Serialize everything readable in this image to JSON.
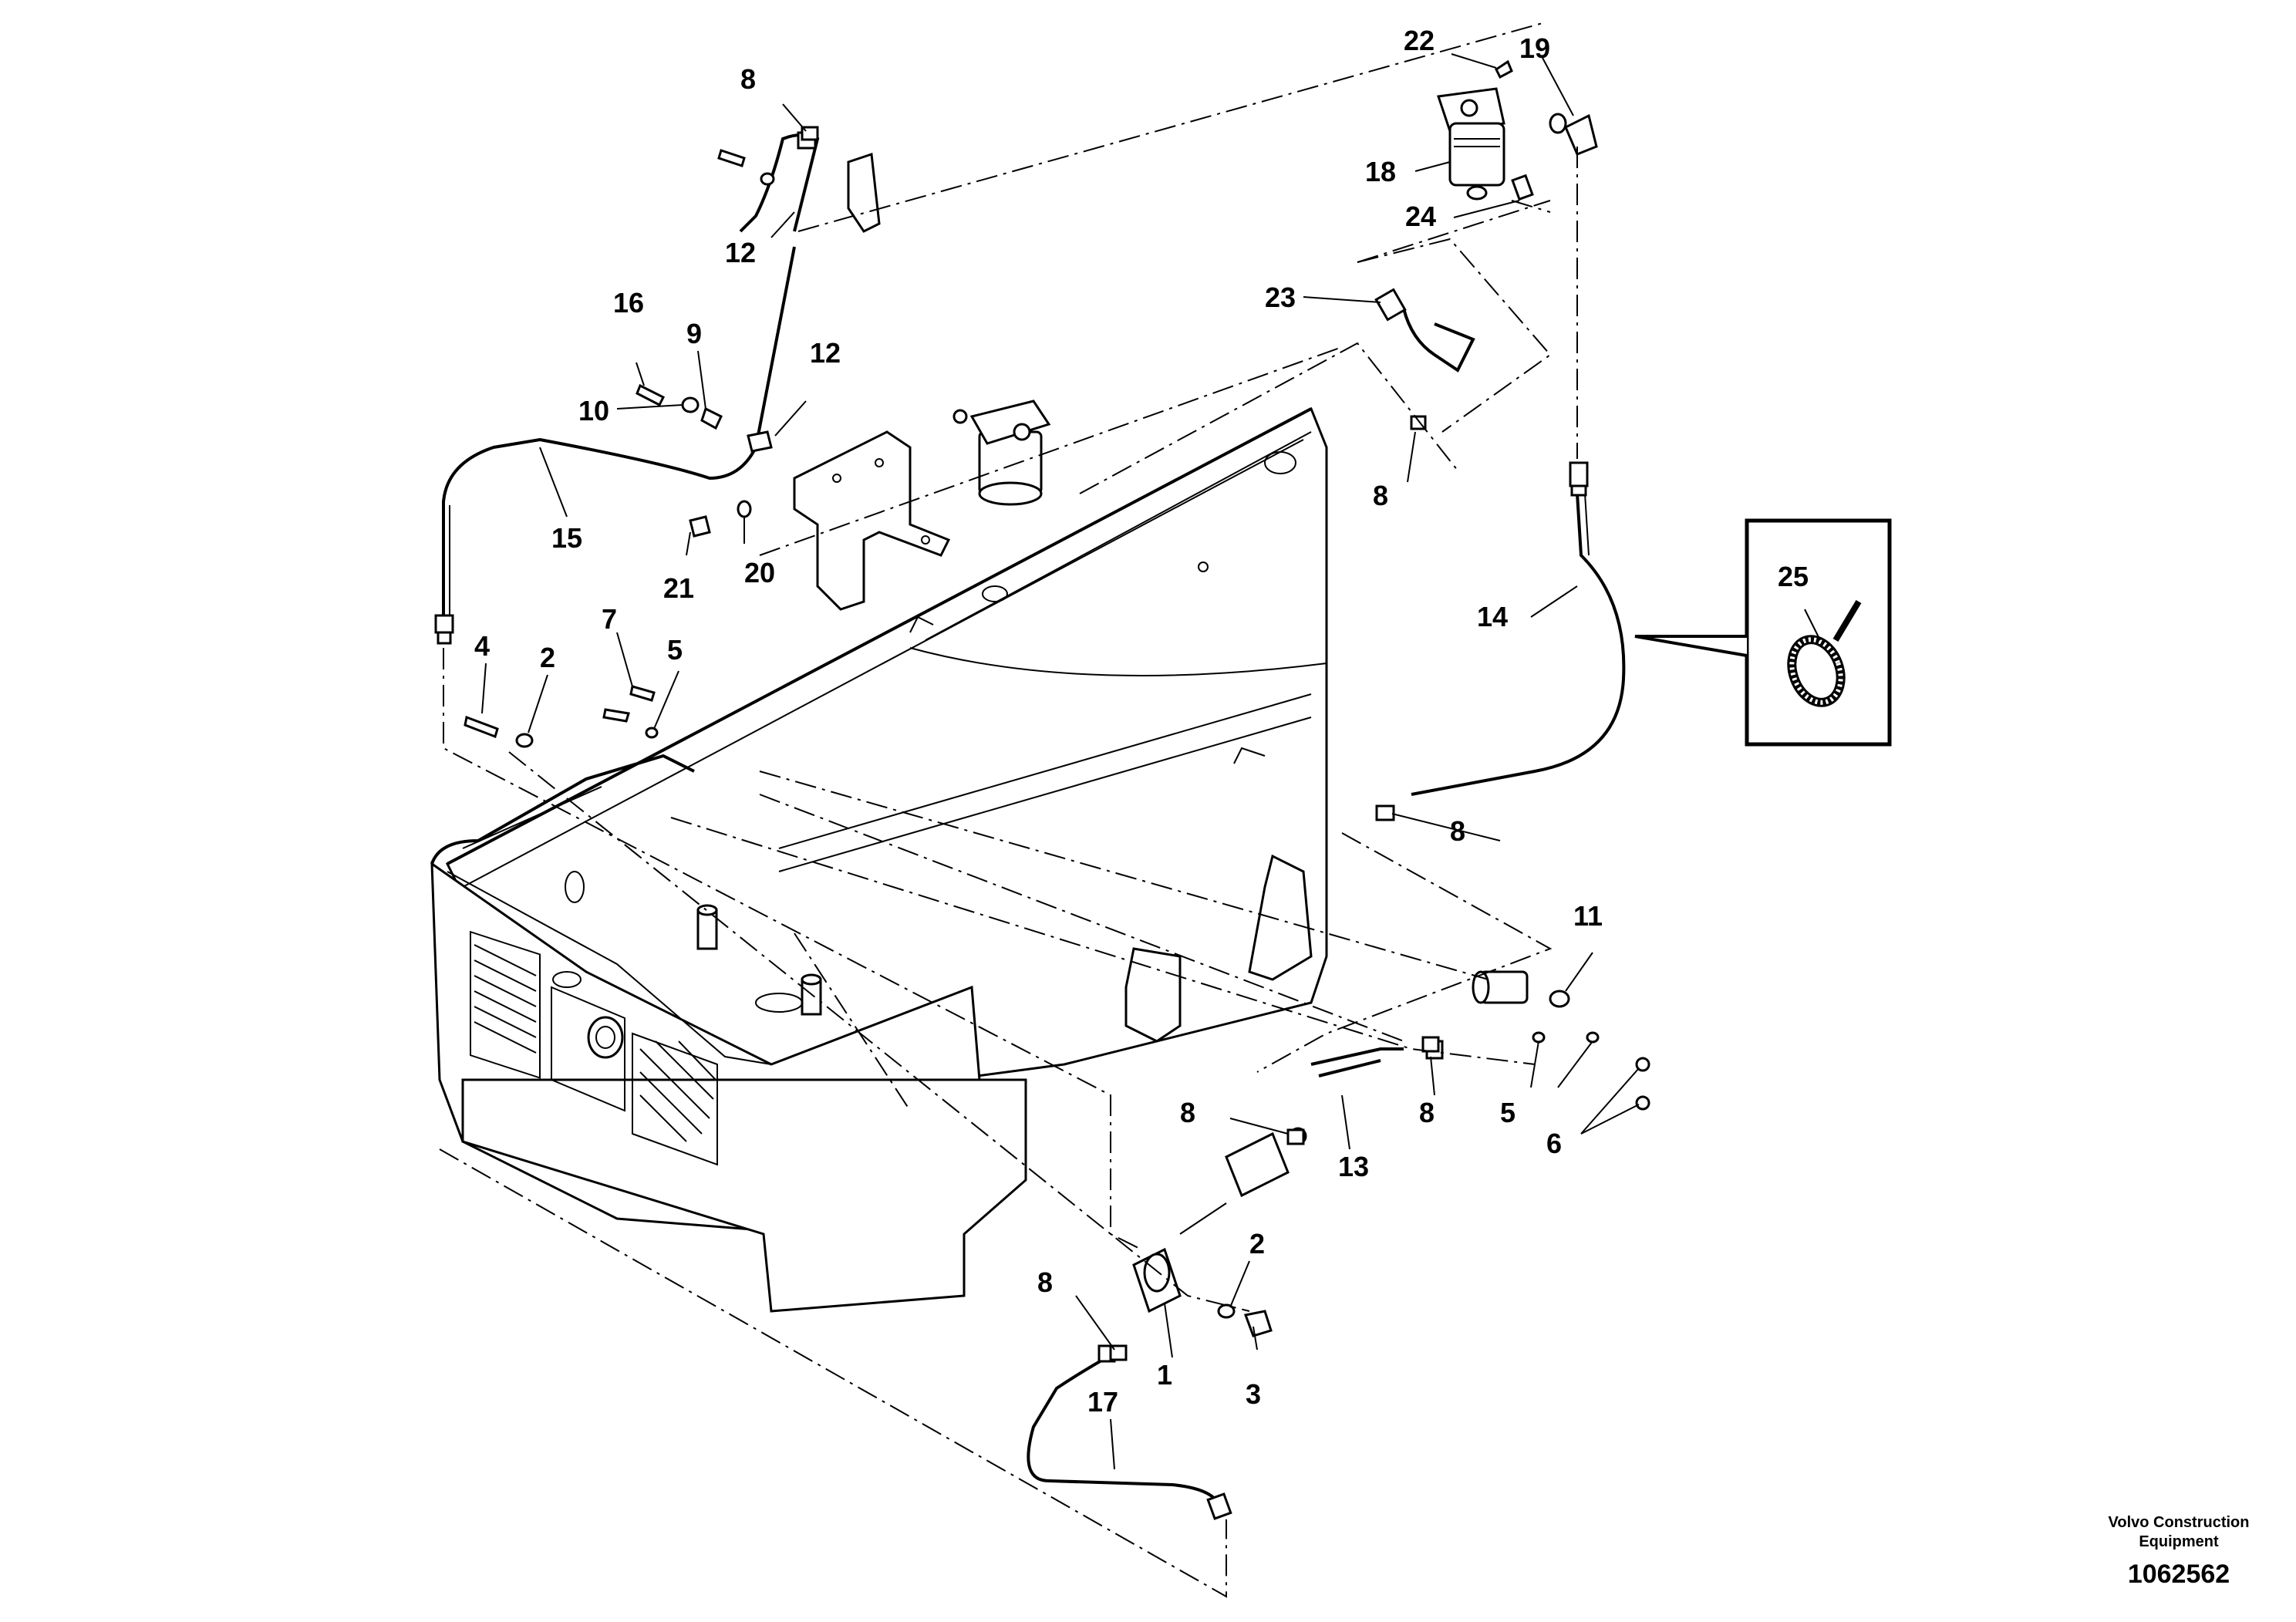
{
  "callouts": {
    "c1": "1",
    "c2a": "2",
    "c2b": "2",
    "c3": "3",
    "c4": "4",
    "c5a": "5",
    "c5b": "5",
    "c6": "6",
    "c7": "7",
    "c8a": "8",
    "c8b": "8",
    "c8c": "8",
    "c8d": "8",
    "c8e": "8",
    "c8f": "8",
    "c9": "9",
    "c10": "10",
    "c11": "11",
    "c12a": "12",
    "c12b": "12",
    "c13": "13",
    "c14": "14",
    "c15": "15",
    "c16": "16",
    "c17": "17",
    "c18": "18",
    "c19": "19",
    "c20": "20",
    "c21": "21",
    "c22": "22",
    "c23": "23",
    "c24": "24",
    "c25": "25"
  },
  "footer": {
    "brand_line1": "Volvo Construction",
    "brand_line2": "Equipment",
    "drawing_number": "1062562"
  }
}
